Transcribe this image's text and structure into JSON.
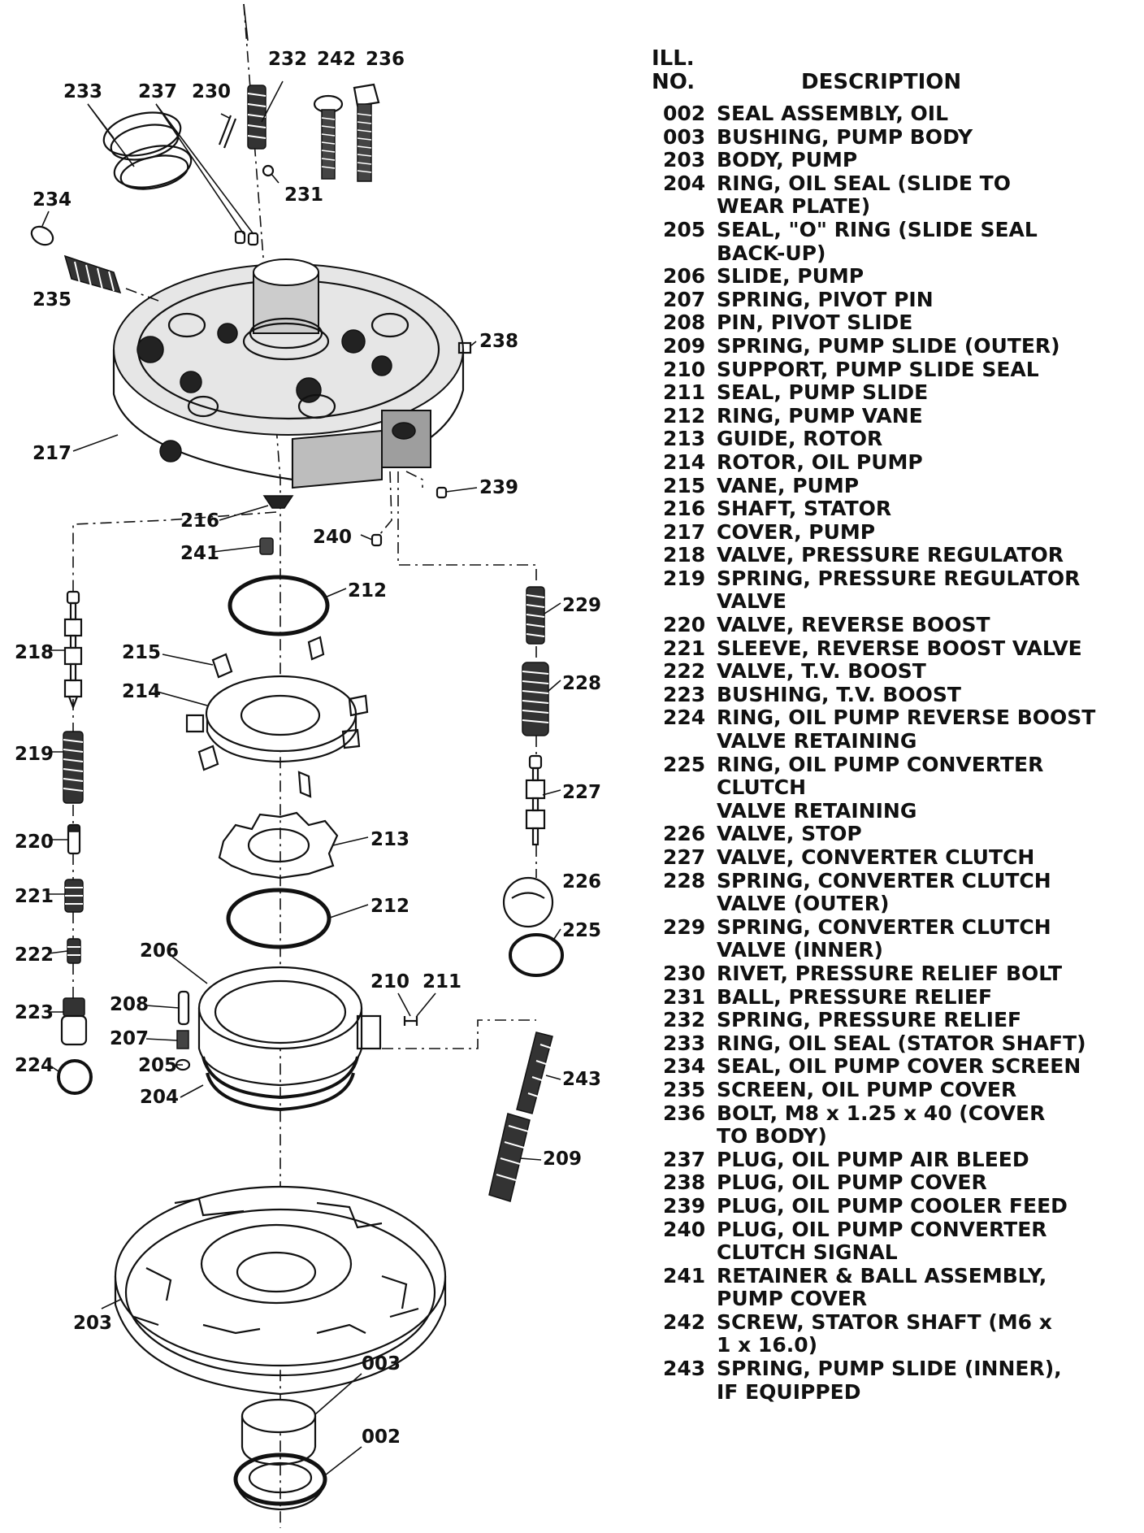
{
  "legend": {
    "header_no_line1": "ILL.",
    "header_no_line2": "NO.",
    "header_desc": "DESCRIPTION",
    "items": [
      {
        "no": "002",
        "desc": "SEAL ASSEMBLY, OIL"
      },
      {
        "no": "003",
        "desc": "BUSHING, PUMP BODY"
      },
      {
        "no": "203",
        "desc": "BODY, PUMP"
      },
      {
        "no": "204",
        "desc": "RING, OIL SEAL (SLIDE TO\nWEAR PLATE)"
      },
      {
        "no": "205",
        "desc": "SEAL, \"O\" RING (SLIDE SEAL\nBACK-UP)"
      },
      {
        "no": "206",
        "desc": "SLIDE, PUMP"
      },
      {
        "no": "207",
        "desc": "SPRING, PIVOT PIN"
      },
      {
        "no": "208",
        "desc": "PIN, PIVOT SLIDE"
      },
      {
        "no": "209",
        "desc": "SPRING, PUMP SLIDE (OUTER)"
      },
      {
        "no": "210",
        "desc": "SUPPORT, PUMP SLIDE SEAL"
      },
      {
        "no": "211",
        "desc": "SEAL, PUMP SLIDE"
      },
      {
        "no": "212",
        "desc": "RING, PUMP VANE"
      },
      {
        "no": "213",
        "desc": "GUIDE, ROTOR"
      },
      {
        "no": "214",
        "desc": "ROTOR, OIL PUMP"
      },
      {
        "no": "215",
        "desc": "VANE, PUMP"
      },
      {
        "no": "216",
        "desc": "SHAFT, STATOR"
      },
      {
        "no": "217",
        "desc": "COVER, PUMP"
      },
      {
        "no": "218",
        "desc": "VALVE, PRESSURE REGULATOR"
      },
      {
        "no": "219",
        "desc": "SPRING, PRESSURE REGULATOR\nVALVE"
      },
      {
        "no": "220",
        "desc": "VALVE, REVERSE BOOST"
      },
      {
        "no": "221",
        "desc": "SLEEVE, REVERSE BOOST VALVE"
      },
      {
        "no": "222",
        "desc": "VALVE, T.V. BOOST"
      },
      {
        "no": "223",
        "desc": "BUSHING, T.V. BOOST"
      },
      {
        "no": "224",
        "desc": "RING, OIL PUMP REVERSE BOOST\nVALVE RETAINING"
      },
      {
        "no": "225",
        "desc": "RING, OIL PUMP CONVERTER CLUTCH\nVALVE RETAINING"
      },
      {
        "no": "226",
        "desc": "VALVE, STOP"
      },
      {
        "no": "227",
        "desc": "VALVE, CONVERTER CLUTCH"
      },
      {
        "no": "228",
        "desc": "SPRING, CONVERTER CLUTCH\nVALVE (OUTER)"
      },
      {
        "no": "229",
        "desc": "SPRING, CONVERTER CLUTCH\nVALVE (INNER)"
      },
      {
        "no": "230",
        "desc": "RIVET, PRESSURE RELIEF BOLT"
      },
      {
        "no": "231",
        "desc": "BALL, PRESSURE RELIEF"
      },
      {
        "no": "232",
        "desc": "SPRING, PRESSURE RELIEF"
      },
      {
        "no": "233",
        "desc": "RING, OIL SEAL (STATOR SHAFT)"
      },
      {
        "no": "234",
        "desc": "SEAL, OIL PUMP COVER SCREEN"
      },
      {
        "no": "235",
        "desc": "SCREEN, OIL PUMP COVER"
      },
      {
        "no": "236",
        "desc": "BOLT, M8 x 1.25 x 40 (COVER\nTO BODY)"
      },
      {
        "no": "237",
        "desc": "PLUG, OIL PUMP AIR BLEED"
      },
      {
        "no": "238",
        "desc": "PLUG, OIL PUMP COVER"
      },
      {
        "no": "239",
        "desc": "PLUG, OIL PUMP COOLER FEED"
      },
      {
        "no": "240",
        "desc": "PLUG, OIL PUMP CONVERTER\nCLUTCH SIGNAL"
      },
      {
        "no": "241",
        "desc": "RETAINER & BALL ASSEMBLY,\nPUMP COVER"
      },
      {
        "no": "242",
        "desc": "SCREW, STATOR SHAFT (M6 x\n1 x 16.0)"
      },
      {
        "no": "243",
        "desc": "SPRING, PUMP SLIDE (INNER),\nIF EQUIPPED"
      }
    ]
  },
  "callouts": {
    "c233": "233",
    "c237": "237",
    "c230": "230",
    "c232": "232",
    "c242": "242",
    "c236": "236",
    "c231": "231",
    "c234": "234",
    "c235": "235",
    "c238": "238",
    "c217": "217",
    "c239": "239",
    "c216": "216",
    "c240": "240",
    "c241": "241",
    "c212a": "212",
    "c229": "229",
    "c218": "218",
    "c215": "215",
    "c228": "228",
    "c214": "214",
    "c219": "219",
    "c227": "227",
    "c220": "220",
    "c213": "213",
    "c226": "226",
    "c221": "221",
    "c212b": "212",
    "c225": "225",
    "c222": "222",
    "c206": "206",
    "c210": "210",
    "c211": "211",
    "c208": "208",
    "c223": "223",
    "c207": "207",
    "c205": "205",
    "c224": "224",
    "c204": "204",
    "c243": "243",
    "c209": "209",
    "c203": "203",
    "c003": "003",
    "c002": "002"
  }
}
